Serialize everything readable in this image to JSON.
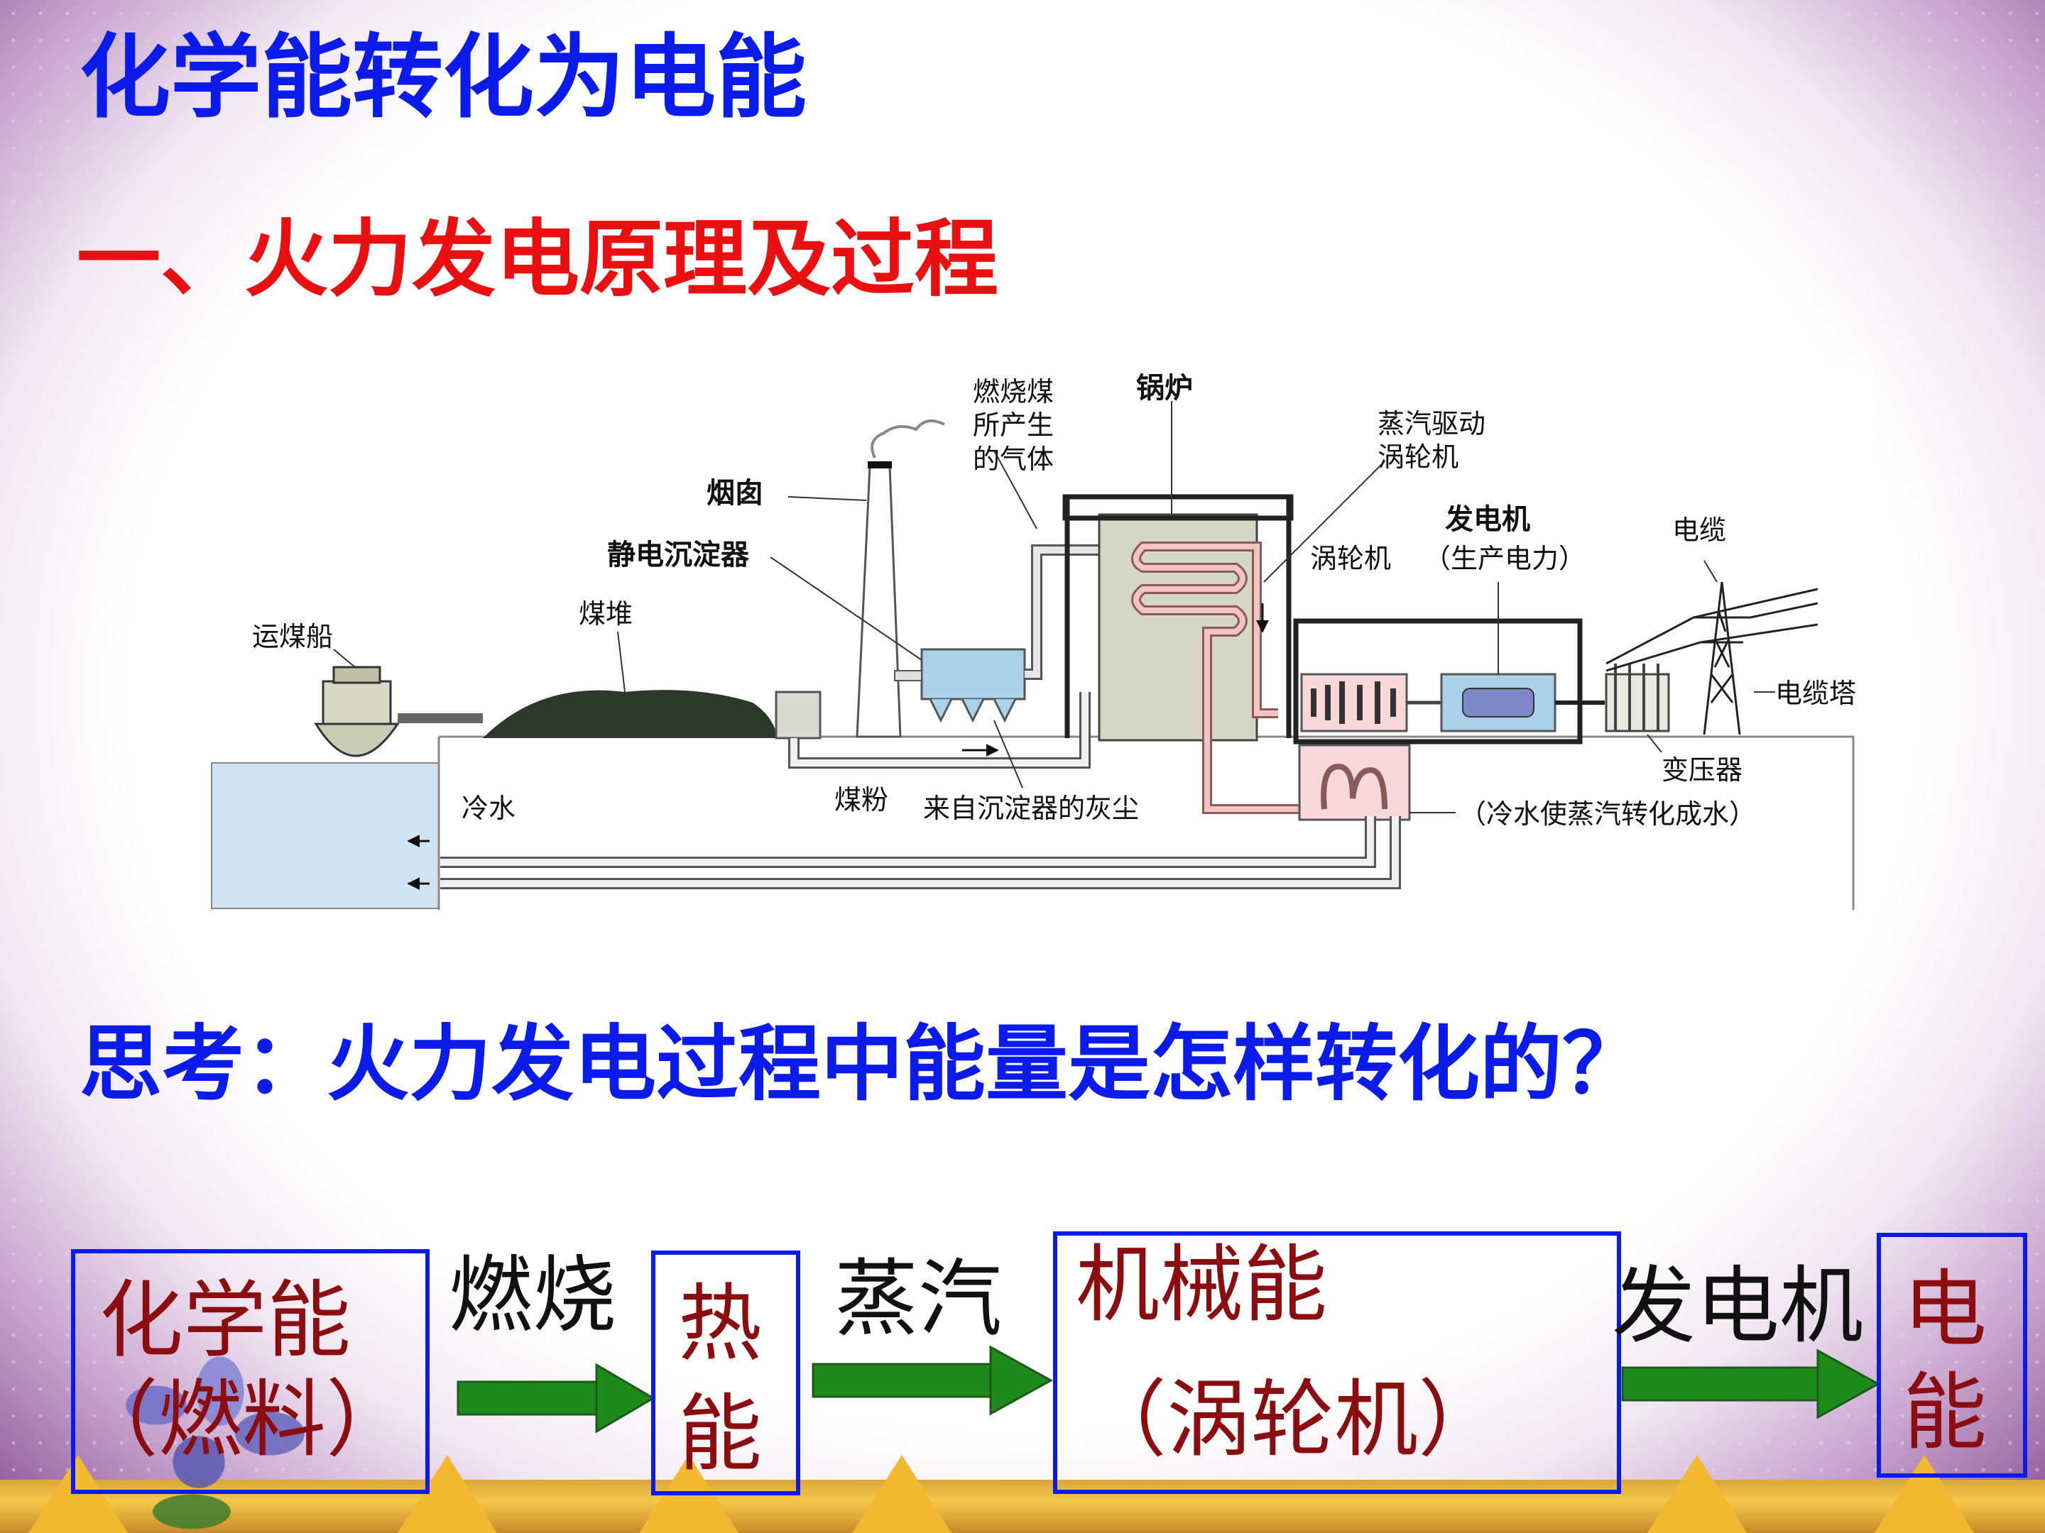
{
  "slide": {
    "title": "化学能转化为电能",
    "subtitle": "一、火力发电原理及过程",
    "question": "思考：火力发电过程中能量是怎样转化的？"
  },
  "diagram": {
    "labels": {
      "ship": "运煤船",
      "coal_pile": "煤堆",
      "precipitator": "静电沉淀器",
      "chimney": "烟囱",
      "gas_1": "燃烧煤",
      "gas_2": "所产生",
      "gas_3": "的气体",
      "boiler": "锅炉",
      "steam_1": "蒸汽驱动",
      "steam_2": "涡轮机",
      "turbine": "涡轮机",
      "generator": "发电机",
      "generator_note": "（生产电力）",
      "cable": "电缆",
      "tower": "电缆塔",
      "transformer": "变压器",
      "cold_water": "冷水",
      "coal_powder": "煤粉",
      "dust": "来自沉淀器的灰尘",
      "condenser_note": "（冷水使蒸汽转化成水）"
    }
  },
  "flow": {
    "chem_1": "化学能",
    "chem_2": "（燃料）",
    "step_1": "燃烧",
    "heat_1": "热",
    "heat_2": "能",
    "step_2": "蒸汽",
    "mech_1": "机械能",
    "mech_2": "（涡轮机）",
    "step_3": "发电机",
    "elec_1": "电",
    "elec_2": "能"
  },
  "colors": {
    "title": "#0b1bea",
    "subtitle": "#ea0f10",
    "box_border": "#0b1bea",
    "energy_text": "#8b0d10",
    "arrow": "#1f8a1c"
  }
}
